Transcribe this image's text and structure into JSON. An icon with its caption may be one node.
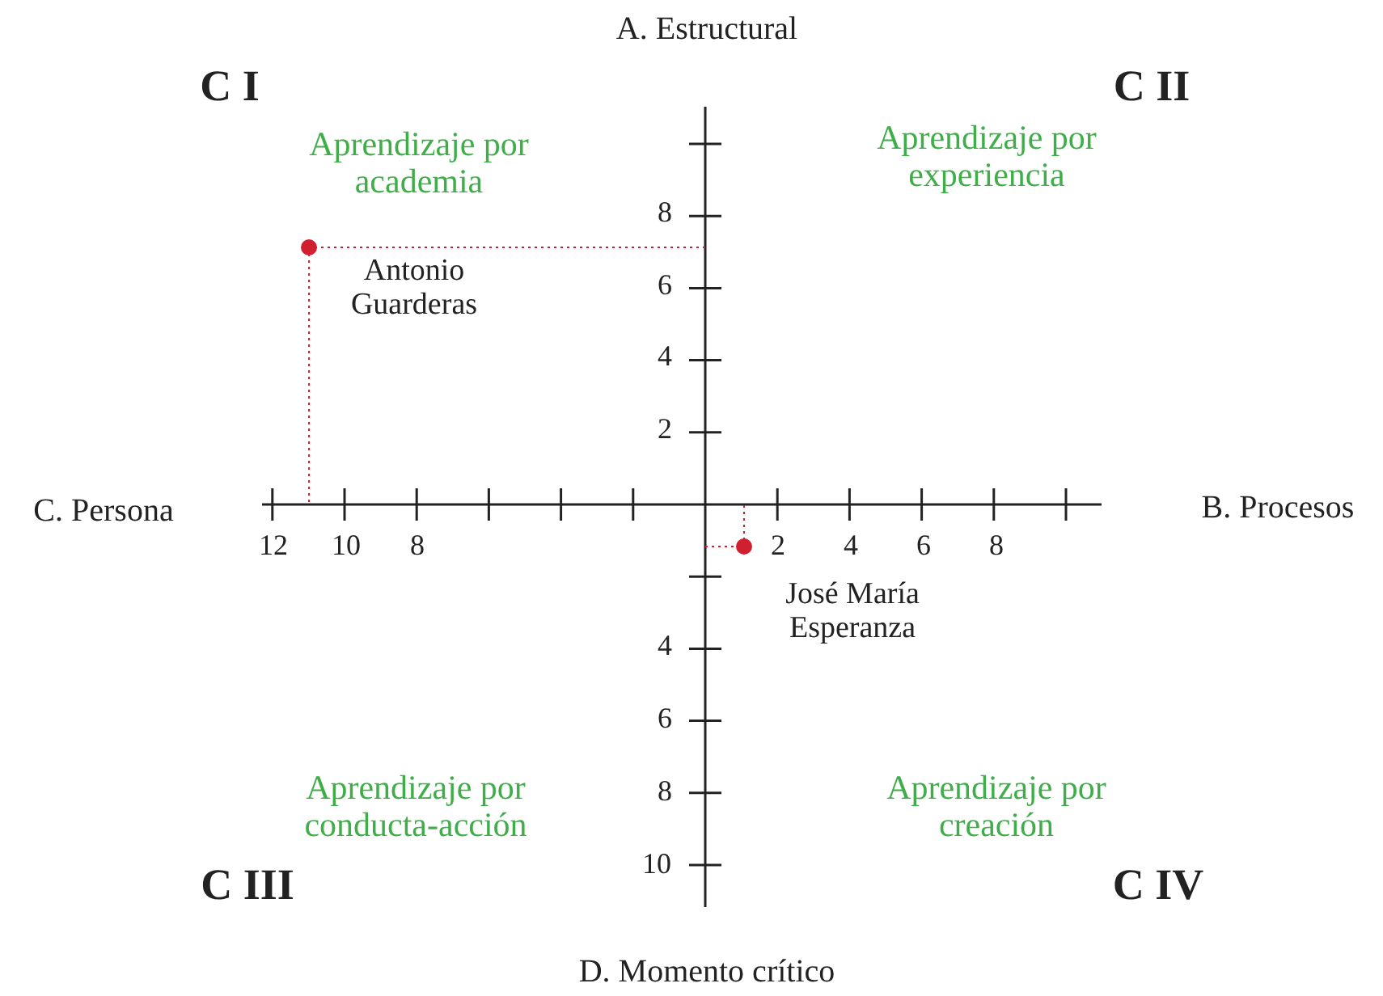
{
  "diagram": {
    "nodes": [
      {
        "text": [
          "Antonio Guarderas"
        ]
      },
      {
        "text": [
          "José María Esperanza"
        ]
      }
    ],
    "labels": [
      "A. Estructural",
      "C I",
      "C II",
      "Aprendizaje por academia",
      "Aprendizaje por experiencia",
      "8",
      "6",
      "4",
      "2",
      "C. Persona",
      "B. Procesos",
      "12",
      "10",
      "8",
      "2",
      "4",
      "6",
      "8",
      "4",
      "6",
      "8",
      "Aprendizaje por conducta-acción",
      "Aprendizaje por creación",
      "10",
      "C III",
      "C IV",
      "D. Momento crítico"
    ]
  }
}
